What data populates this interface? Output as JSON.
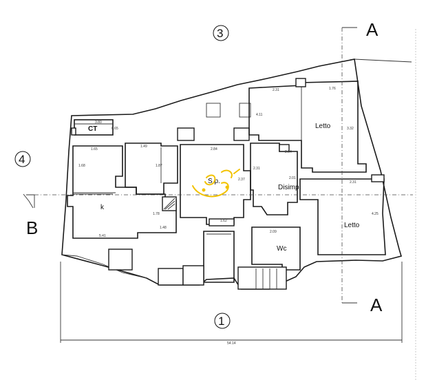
{
  "markers": {
    "section_a_top": "A",
    "section_a_bottom": "A",
    "section_b": "B",
    "side_1": "1",
    "side_3": "3",
    "side_4": "4"
  },
  "rooms": {
    "ct": "CT",
    "k": "k",
    "sp": "S.p.",
    "disimp": "Disimp.",
    "letto_top": "Letto",
    "letto_bottom": "Letto",
    "wc": "Wc"
  },
  "dimensions": {
    "overall_width": "54.14",
    "ct_w": "3.80",
    "ct_h": "0.65",
    "k_w": "1.65",
    "k_h": "1.68",
    "k_bottom": "5.41",
    "k_small": "1.78",
    "k_small2": "1.48",
    "mid_w": "1.49",
    "mid_h": "1.87",
    "sp_w": "2.84",
    "sp_h": "2.37",
    "disimp_w": "2.31",
    "disimp_h": "2.64",
    "disimp_h2": "2.01",
    "letto_top_w": "2.31",
    "letto_top_w2": "1.76",
    "letto_top_h": "4.11",
    "letto_top_h2": "3.32",
    "letto_bottom_w": "2.31",
    "letto_bottom_h": "4.25",
    "wc_w": "2.09",
    "corridor": "1.62"
  },
  "stamp_color": "#f2c200",
  "line_color": "#1a1a1a"
}
